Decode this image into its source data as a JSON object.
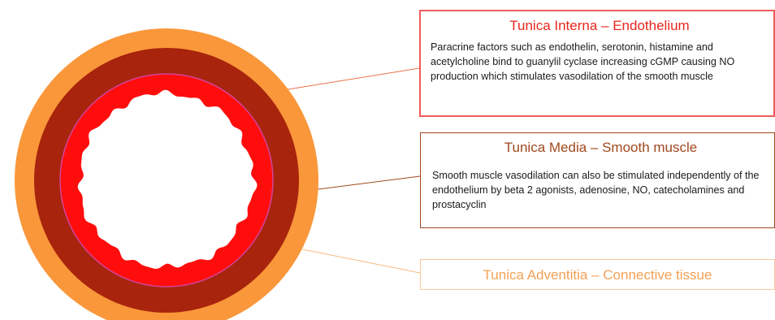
{
  "diagram": {
    "colors": {
      "adventitia": "#f9973a",
      "media": "#a8240c",
      "interna": "#ff0d0d",
      "membrane": "#d1449a",
      "lumen": "#ffffff",
      "interna_box_border": "#ef5b5b",
      "media_box_border": "#a0481d",
      "adventitia_box_border": "#f9c79a",
      "leader_interna": "#e8704a",
      "leader_media": "#a0481d",
      "leader_adventitia": "#f6b97e"
    },
    "labels": {
      "interna": {
        "title": "Tunica Interna – Endothelium",
        "description": "Paracrine factors such as endothelin, serotonin, histamine and acetylcholine bind to guanylil cyclase increasing cGMP causing NO production which stimulates vasodilation of the smooth muscle"
      },
      "media": {
        "title": "Tunica Media – Smooth muscle",
        "description": "Smooth muscle vasodilation can also be stimulated independently of the endothelium by beta 2 agonists, adenosine, NO, catecholamines and prostacyclin"
      },
      "adventitia": {
        "title": "Tunica Adventitia – Connective tissue"
      }
    }
  }
}
